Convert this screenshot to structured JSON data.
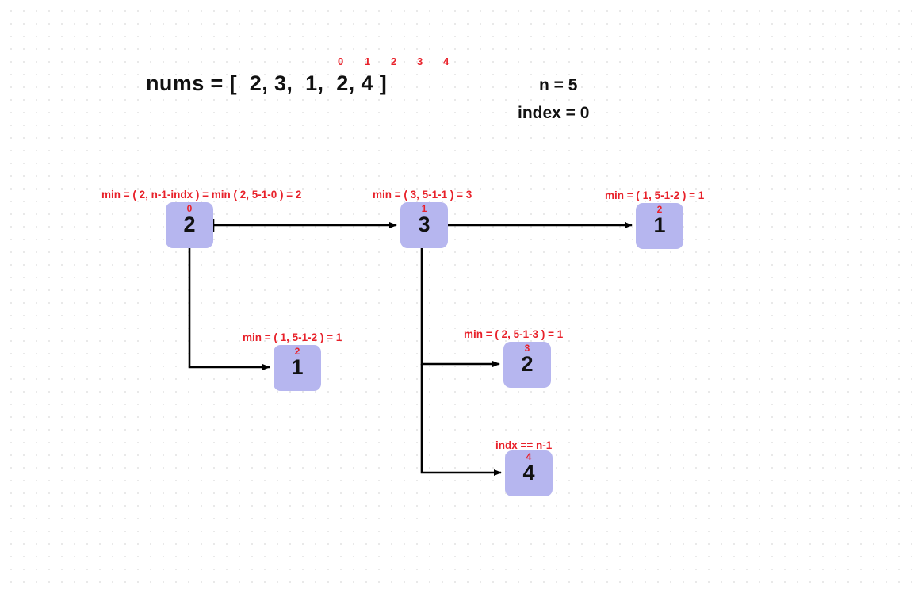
{
  "header": {
    "nums_label": "nums = [  2, 3,  1,  2, 4 ]",
    "indices": [
      "0",
      "1",
      "2",
      "3",
      "4"
    ],
    "n_text": "n = 5",
    "index_text": "index = 0"
  },
  "nodes": [
    {
      "id": "node-0",
      "index": "0",
      "value": "2",
      "label": "min = ( 2, n-1-indx ) = min ( 2, 5-1-0 ) = 2"
    },
    {
      "id": "node-1",
      "index": "1",
      "value": "3",
      "label": "min = ( 3, 5-1-1 ) = 3"
    },
    {
      "id": "node-2",
      "index": "2",
      "value": "1",
      "label": "min = ( 1, 5-1-2 ) = 1"
    },
    {
      "id": "node-3",
      "index": "2",
      "value": "1",
      "label": "min = ( 1, 5-1-2 ) = 1"
    },
    {
      "id": "node-4",
      "index": "3",
      "value": "2",
      "label": "min = ( 2, 5-1-3 ) = 1"
    },
    {
      "id": "node-5",
      "index": "4",
      "value": "4",
      "label": "indx == n-1"
    }
  ],
  "colors": {
    "node_fill": "#b6b6ef",
    "annotation": "#e8212a",
    "edge": "#000000",
    "text": "#111111"
  }
}
